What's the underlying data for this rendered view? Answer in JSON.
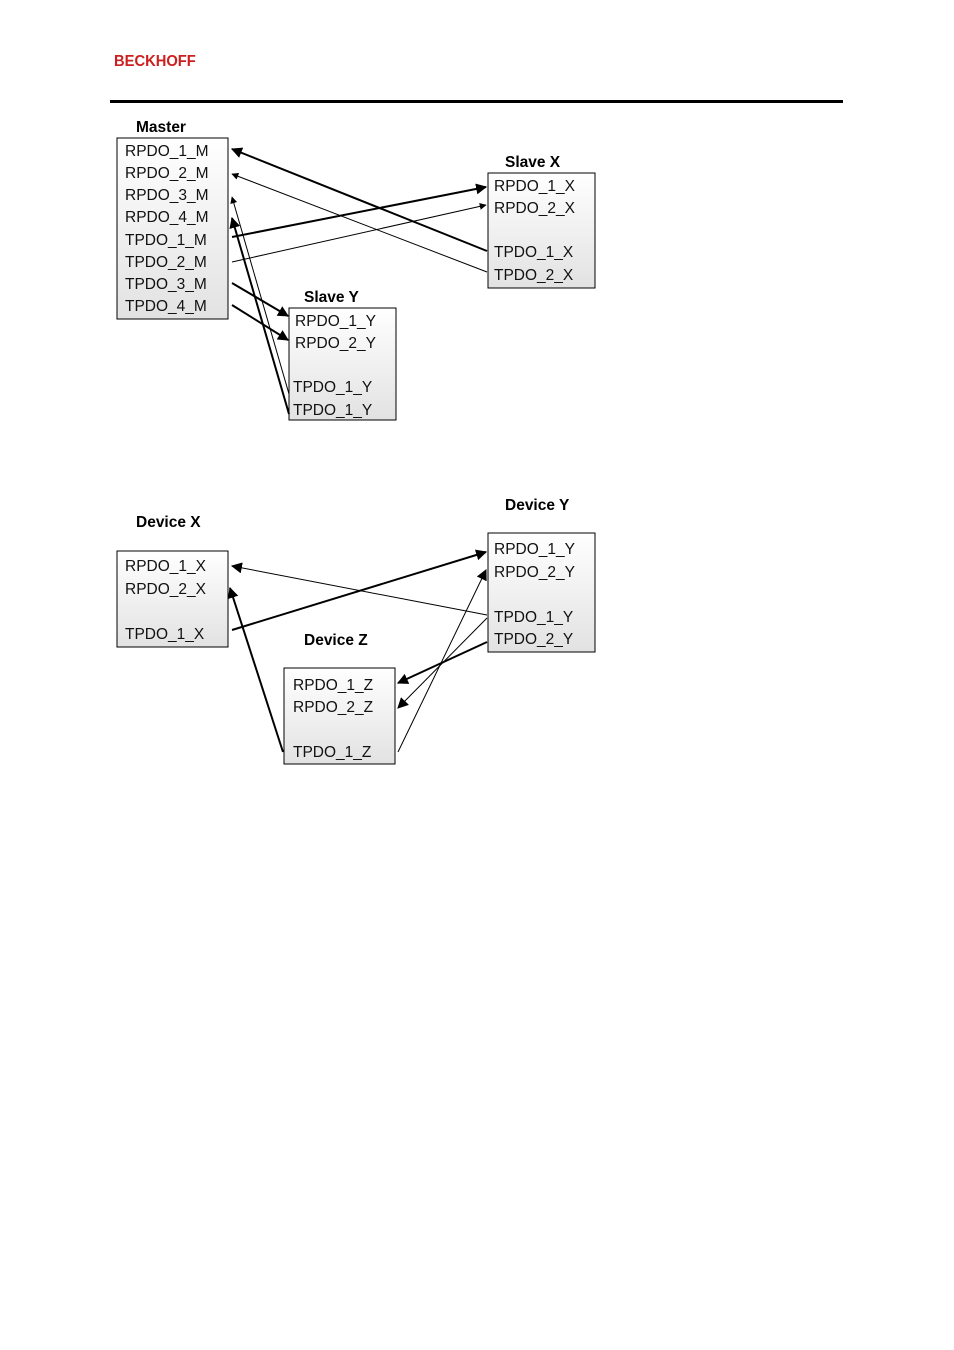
{
  "header": {
    "logo_text": "BECKHOFF",
    "logo_color": "#cc2020"
  },
  "diagram1": {
    "master": {
      "title": "Master",
      "items": [
        "RPDO_1_M",
        "RPDO_2_M",
        "RPDO_3_M",
        "RPDO_4_M",
        "TPDO_1_M",
        "TPDO_2_M",
        "TPDO_3_M",
        "TPDO_4_M"
      ]
    },
    "slave_x": {
      "title": "Slave X",
      "items": [
        "RPDO_1_X",
        "RPDO_2_X",
        "TPDO_1_X",
        "TPDO_2_X"
      ]
    },
    "slave_y": {
      "title": "Slave Y",
      "items": [
        "RPDO_1_Y",
        "RPDO_2_Y",
        "TPDO_1_Y",
        "TPDO_1_Y"
      ]
    }
  },
  "diagram2": {
    "device_x": {
      "title": "Device X",
      "items": [
        "RPDO_1_X",
        "RPDO_2_X",
        "TPDO_1_X"
      ]
    },
    "device_y": {
      "title": "Device Y",
      "items": [
        "RPDO_1_Y",
        "RPDO_2_Y",
        "TPDO_1_Y",
        "TPDO_2_Y"
      ]
    },
    "device_z": {
      "title": "Device Z",
      "items": [
        "RPDO_1_Z",
        "RPDO_2_Z",
        "TPDO_1_Z"
      ]
    }
  }
}
